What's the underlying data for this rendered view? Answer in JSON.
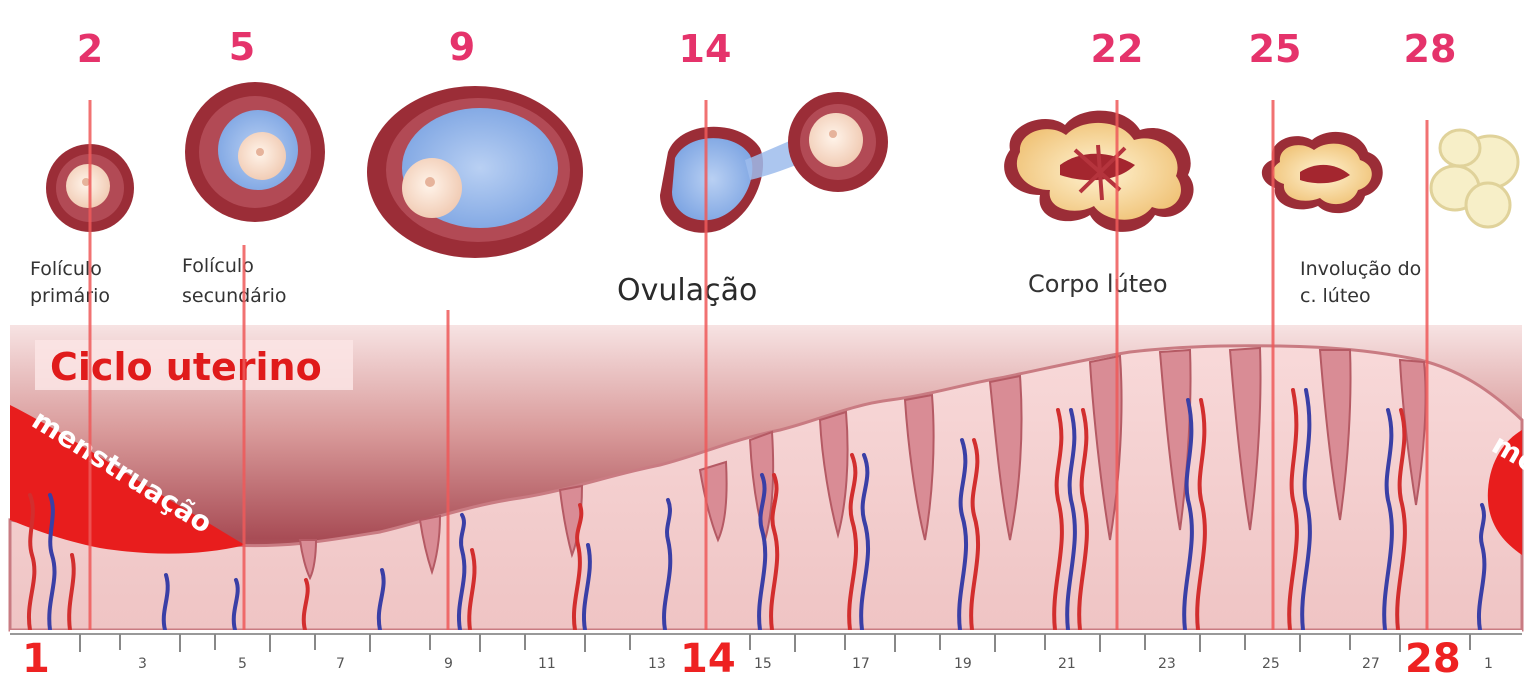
{
  "phase_days": [
    "2",
    "5",
    "9",
    "14",
    "22",
    "25",
    "28"
  ],
  "labels": {
    "primary_follicle": [
      "Folículo",
      "primário"
    ],
    "secondary_follicle": [
      "Folículo",
      "secundário"
    ],
    "ovulation": "Ovulação",
    "corpus_luteum": "Corpo lúteo",
    "involution": [
      "Involução do",
      "c. lúteo"
    ],
    "uterine_cycle": "Ciclo uterino",
    "menstruation": "menstruação",
    "menstruation_cut": "me"
  },
  "axis": {
    "start_label": "1",
    "minor_ticks": [
      "3",
      "5",
      "7",
      "9",
      "11",
      "13",
      "15",
      "17",
      "19",
      "21",
      "23",
      "25",
      "27",
      "1"
    ],
    "big_14": "14",
    "big_28": "28"
  },
  "colors": {
    "day_number": "#e5336b",
    "title_red": "#e01b1b",
    "follicle_ring": "#9b2d37",
    "antrum": "#8fb4e8",
    "egg": "#f5dcc6",
    "corpus_luteum": "#f2c97a",
    "endometrium": "#e6b2b2",
    "artery": "#d22e2e",
    "vein": "#3a3fa6"
  }
}
